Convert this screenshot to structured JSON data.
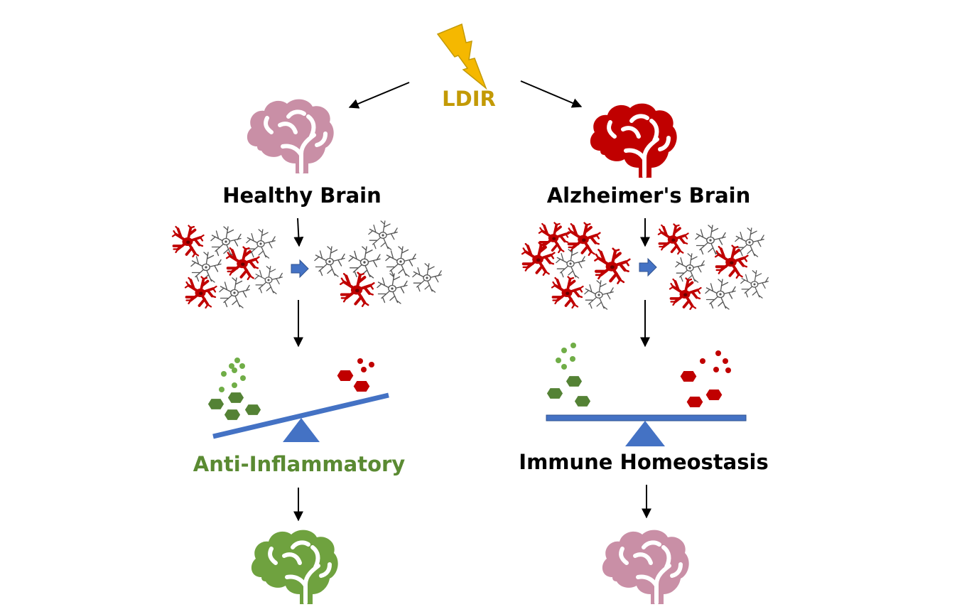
{
  "labels": {
    "trigger": "LDIR",
    "left_source": "Healthy Brain",
    "right_source": "Alzheimer's Brain",
    "left_outcome": "Anti-Inflammatory",
    "right_outcome": "Immune Homeostasis"
  },
  "colors": {
    "lightning": "#f5b800",
    "trigger_text": "#c39a06",
    "healthy_brain": "#c98fa6",
    "alzheimer_brain": "#c00000",
    "anti_inflammatory_brain": "#6fa23f",
    "anti_inflammatory_text": "#5a8a32",
    "pro_inflammatory": "#c00000",
    "anti_inflammatory_marker": "#548235",
    "scale": "#4472c4"
  },
  "icons": {
    "trigger": "lightning-bolt-icon",
    "brain": "brain-icon",
    "activated_microglia": "activated-microglia-icon",
    "resting_microglia": "resting-microglia-icon",
    "balance": "balance-scale-icon"
  }
}
